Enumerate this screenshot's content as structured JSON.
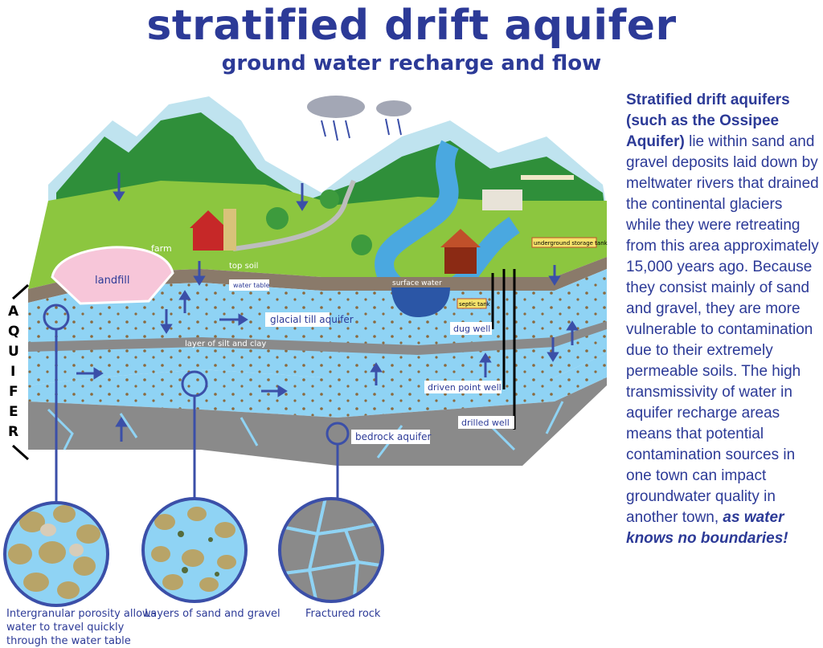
{
  "title": "stratified drift aquifer",
  "subtitle": "ground water recharge and flow",
  "side_text": {
    "bold_intro": "Stratified drift aquifers (such as the Ossipee Aquifer)",
    "body": " lie within sand and gravel deposits laid down by meltwater rivers that drained the continental glaciers while they were retreating from this area approximately 15,000 years ago. Because they consist mainly of sand and gravel, they are more vulnerable to contamination due to their extremely permeable soils. The high transmissivity of water in aquifer recharge areas means that potential contamination sources in one town can impact groundwater quality in another town, ",
    "bold_end": "as water knows no boundaries!"
  },
  "labels": {
    "farm": "farm",
    "landfill": "landfill",
    "top_soil": "top soil",
    "water_table": "water table",
    "surface_water": "surface water",
    "septic_tank": "septic tank",
    "underground_storage_tank": "underground storage tank",
    "glacial_till_aquifer": "glacial till aquifer",
    "dug_well": "dug well",
    "layer_silt_clay": "layer of silt and clay",
    "driven_point_well": "driven point well",
    "drilled_well": "drilled well",
    "bedrock_aquifer": "bedrock aquifer"
  },
  "aquifer_letters": [
    "A",
    "Q",
    "U",
    "I",
    "F",
    "E",
    "R"
  ],
  "captions": {
    "intergranular": "Intergranular porosity allows water to travel quickly through the water table",
    "sand_gravel": "Layers of sand and gravel",
    "fractured": "Fractured rock"
  },
  "colors": {
    "title": "#2c3a97",
    "grass": "#8cc63f",
    "water": "#8fd3f4",
    "bedrock": "#8a8a8a",
    "arrows": "#3b4fa8"
  }
}
